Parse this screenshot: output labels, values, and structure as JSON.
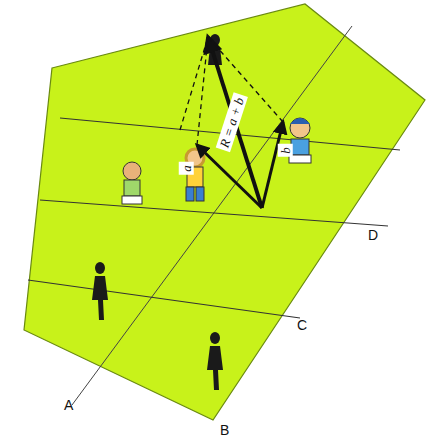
{
  "diagram": {
    "labels": [
      "A",
      "B",
      "C",
      "D",
      "R = a + b",
      "a",
      "b"
    ]
  }
}
